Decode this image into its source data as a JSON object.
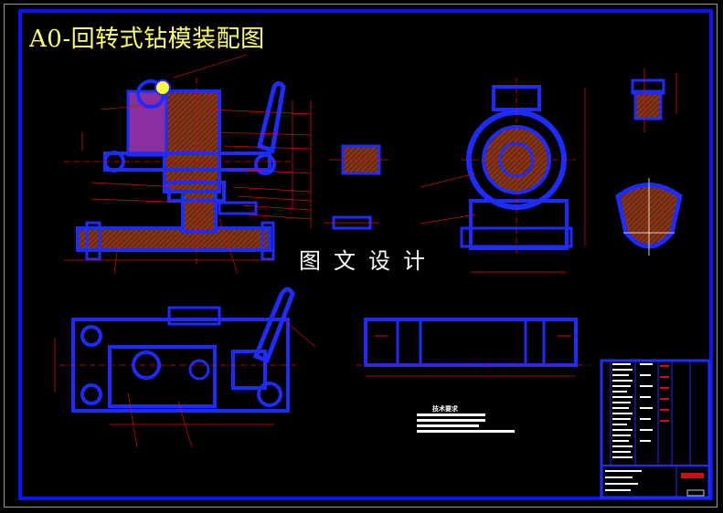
{
  "drawing": {
    "title": "A0-回转式钻模装配图",
    "watermark": "图文设计",
    "tech_requirements_title": "技术要求"
  },
  "colors": {
    "background": "#000000",
    "frame": "#0a12ff",
    "part_outline": "#1e2bff",
    "section_hatch": "#8a3a18",
    "dimension": "#d01010",
    "title_text": "#ffff66",
    "annotation_text": "#ffffff"
  }
}
